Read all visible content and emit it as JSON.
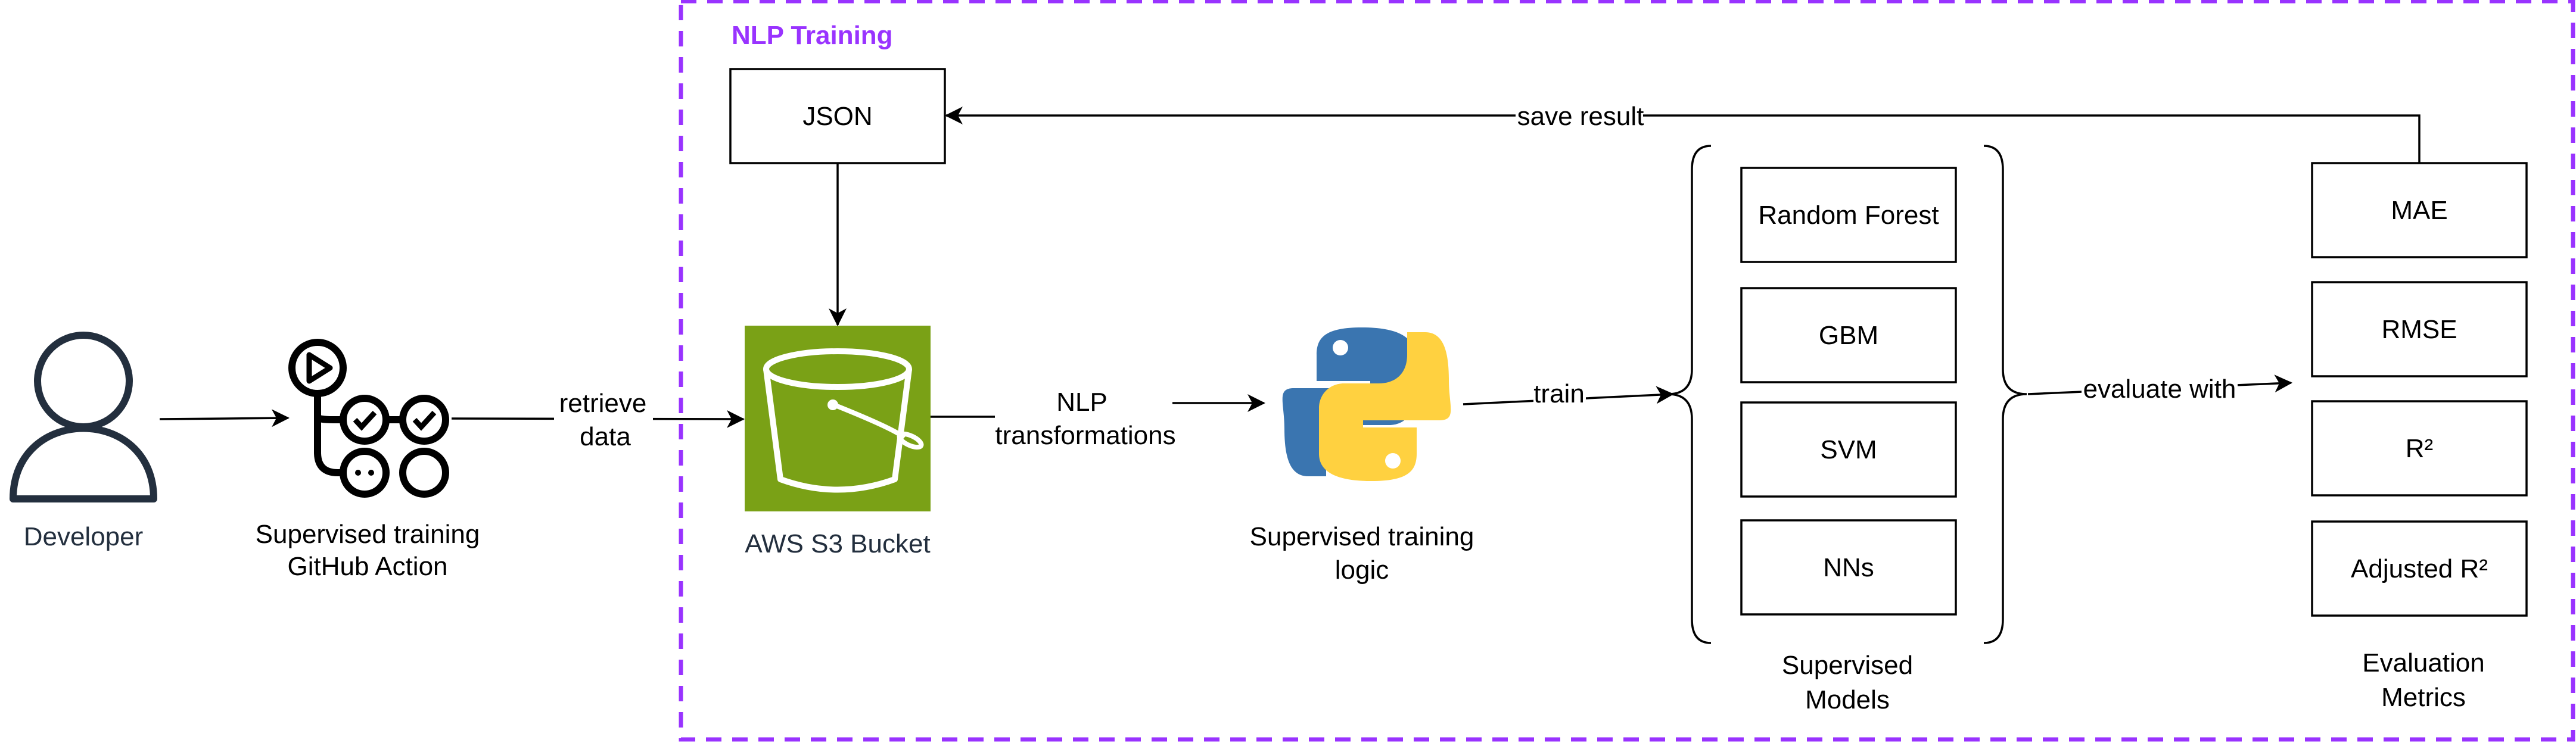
{
  "group": {
    "title": "NLP Training",
    "border_color": "#9933ff"
  },
  "actors": {
    "developer": {
      "label": "Developer",
      "color": "#232f3e"
    }
  },
  "github_action": {
    "label_line1": "Supervised training",
    "label_line2": "GitHub Action"
  },
  "s3": {
    "label": "AWS S3 Bucket",
    "fill": "#7aa116",
    "label_color": "#232f3e"
  },
  "json_box": {
    "label": "JSON"
  },
  "python": {
    "label_line1": "Supervised training",
    "label_line2": "logic",
    "blue": "#3a75b0",
    "yellow": "#ffd140"
  },
  "models": {
    "items": [
      "Random Forest",
      "GBM",
      "SVM",
      "NNs"
    ],
    "caption_line1": "Supervised",
    "caption_line2": "Models"
  },
  "metrics": {
    "items": [
      "MAE",
      "RMSE",
      "R²",
      "Adjusted R²"
    ],
    "caption_line1": "Evaluation",
    "caption_line2": "Metrics"
  },
  "edges": {
    "retrieve_line1": "retrieve",
    "retrieve_line2": "data",
    "nlp_line1": "NLP",
    "nlp_line2": "transformations",
    "train": "train",
    "evaluate": "evaluate with",
    "save": "save result"
  }
}
